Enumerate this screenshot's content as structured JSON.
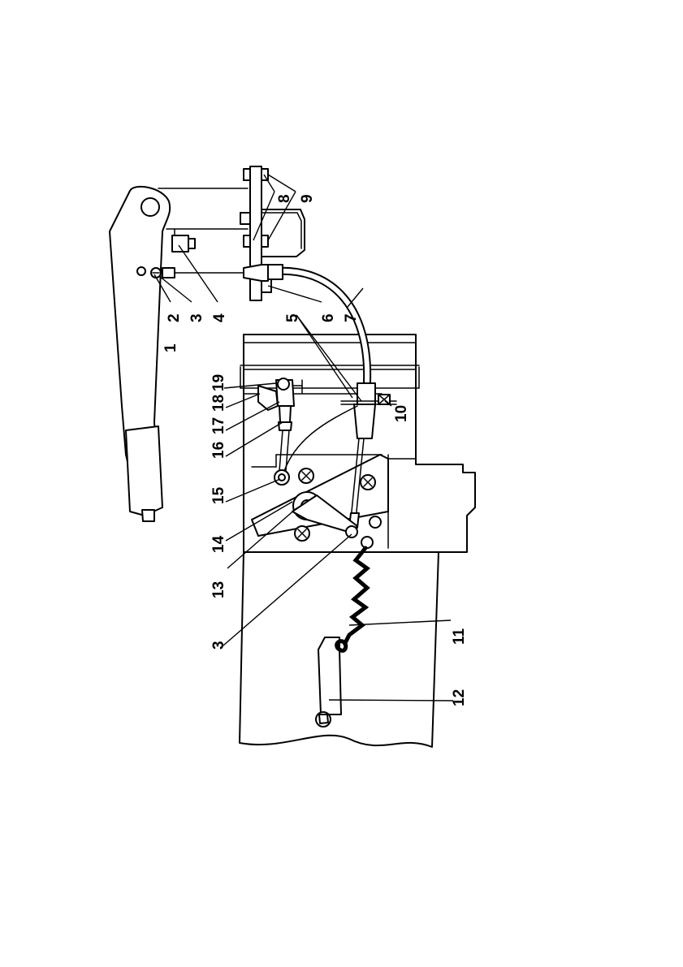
{
  "figure": {
    "callouts": {
      "c1": "1",
      "c2": "2",
      "c3a": "3",
      "c3b": "3",
      "c4": "4",
      "c5": "5",
      "c6": "6",
      "c7": "7",
      "c8": "8",
      "c9": "9",
      "c10": "10",
      "c11": "11",
      "c12": "12",
      "c13": "13",
      "c14": "14",
      "c15": "15",
      "c16": "16",
      "c17": "17",
      "c18": "18",
      "c19": "19"
    }
  }
}
